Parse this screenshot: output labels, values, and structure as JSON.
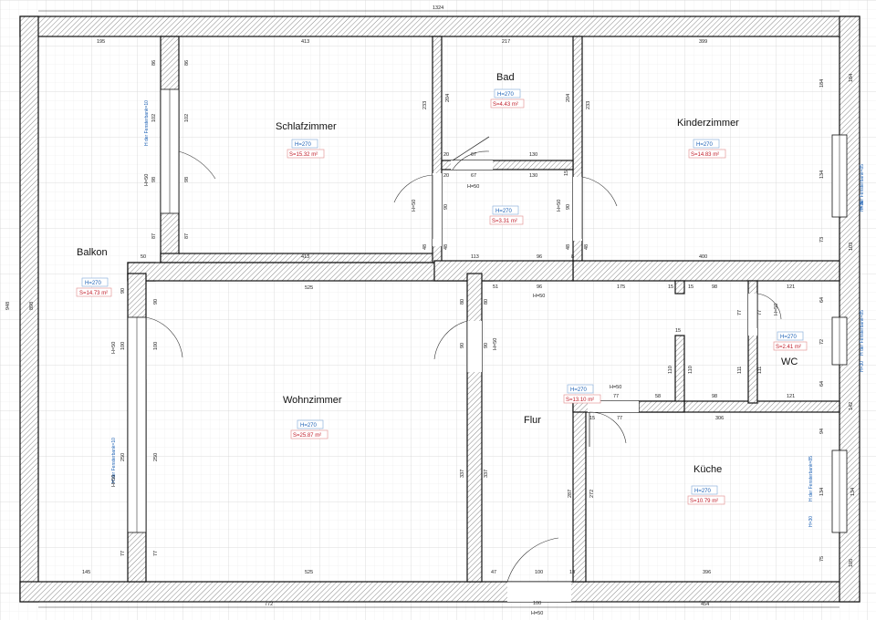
{
  "plan": {
    "total_width": "1324",
    "total_height": "948",
    "inner_height": "898",
    "bottom_left": "772",
    "bottom_right": "454",
    "bottom_door": "100",
    "bottom_door_h": "H=50",
    "right_side": [
      "184",
      "103",
      "142",
      "105"
    ]
  },
  "rooms": [
    {
      "id": "balkon",
      "name": "Balkon",
      "h": "H=270",
      "s": "S=14.73 m²"
    },
    {
      "id": "schlafzimmer",
      "name": "Schlafzimmer",
      "h": "H=270",
      "s": "S=15.32 m²"
    },
    {
      "id": "bad",
      "name": "Bad",
      "h": "H=270",
      "s": "S=4.43 m²"
    },
    {
      "id": "kinderzimmer",
      "name": "Kinderzimmer",
      "h": "H=270",
      "s": "S=14.83 m²"
    },
    {
      "id": "gang",
      "name": "",
      "h": "H=270",
      "s": "S=3.31 m²"
    },
    {
      "id": "wohnzimmer",
      "name": "Wohnzimmer",
      "h": "H=270",
      "s": "S=25.87 m²"
    },
    {
      "id": "flur",
      "name": "Flur",
      "h": "H=270",
      "s": "S=13.10 m²"
    },
    {
      "id": "wc",
      "name": "WC",
      "h": "H=270",
      "s": "S=2.41 m²"
    },
    {
      "id": "kueche",
      "name": "Küche",
      "h": "H=270",
      "s": "S=10.79 m²"
    }
  ],
  "dims": {
    "schlaf_top": "413",
    "schlaf_bottom": "413",
    "schlaf_right": "233",
    "bad_top": "217",
    "bad_left": "204",
    "bad_right": "204",
    "bad_130a": "130",
    "bad_130b": "130",
    "bad_20a": "20",
    "bad_20b": "20",
    "bad_67a": "67",
    "bad_67b": "67",
    "bad_15": "15",
    "kinder_top": "399",
    "kinder_bottom": "400",
    "kinder_left": "233",
    "kinder_r1": "184",
    "kinder_r2": "134",
    "kinder_r3": "73",
    "balkon_top": "195",
    "balkon_bottom": "145",
    "balkon_50": "50",
    "gang_113": "113",
    "gang_96a": "96",
    "gang_96b": "96",
    "gang_51": "51",
    "gang_8": "8",
    "gang_90a": "90",
    "gang_90b": "90",
    "gang_48a": "48",
    "gang_48b": "48",
    "gang_48c": "48",
    "gang_48d": "48",
    "wohn_top": "525",
    "wohn_bottom": "525",
    "wohn_right": "337",
    "wohn_right2": "337",
    "wohn_80a": "80",
    "wohn_80b": "80",
    "wohn_90a": "90",
    "wohn_90b": "90",
    "win_left_86a": "86",
    "win_left_86b": "86",
    "win_left_102a": "102",
    "win_left_102b": "102",
    "win_left_98a": "98",
    "win_left_98b": "98",
    "win_left_87a": "87",
    "win_left_87b": "87",
    "wohnwin_90a": "90",
    "wohnwin_90b": "90",
    "wohnwin_100a": "100",
    "wohnwin_100b": "100",
    "wohnwin_250a": "250",
    "wohnwin_250b": "250",
    "wohnwin_77a": "77",
    "wohnwin_77b": "77",
    "flur_175": "175",
    "flur_15a": "15",
    "flur_15b": "15",
    "flur_15c": "15",
    "flur_98a": "98",
    "flur_98b": "98",
    "flur_110a": "110",
    "flur_110b": "110",
    "flur_58": "58",
    "flur_77": "77",
    "wc_121a": "121",
    "wc_121b": "121",
    "wc_77a": "77",
    "wc_77b": "77",
    "wc_111a": "111",
    "wc_111b": "111",
    "wc_64a": "64",
    "wc_64b": "64",
    "wc_72": "72",
    "kueche_306": "306",
    "kueche_396": "396",
    "kueche_287": "287",
    "kueche_272": "272",
    "kueche_94": "94",
    "kueche_134a": "134",
    "kueche_134b": "134",
    "kueche_75": "75",
    "kueche_15": "15",
    "kueche_77": "77",
    "bottom_47": "47",
    "bottom_100": "100",
    "bottom_13": "13"
  },
  "notes": {
    "fb10_a": "H der Fensterbank=10",
    "fb10_b": "H der Fensterbank=10",
    "fb85_a": "H der Fensterbank=85",
    "fb85_b": "H der Fensterbank=85",
    "fb85_c": "H der Fensterbank=85",
    "h50": "H=50",
    "h30": "H=30"
  }
}
